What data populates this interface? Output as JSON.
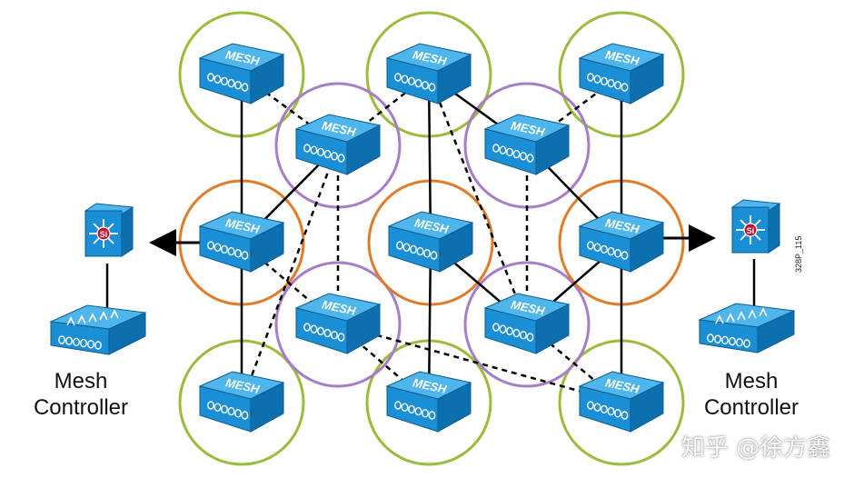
{
  "colors": {
    "ring_green": "#9bbb3a",
    "ring_purple": "#a77cc9",
    "ring_orange": "#e27b27",
    "device_top": "#4fb6ec",
    "device_front": "#1a8fd6",
    "device_side": "#0e6fae",
    "link_solid": "#000000",
    "link_dashed": "#000000"
  },
  "device_label": "MESH",
  "switch_label": "Si",
  "controllers": {
    "left_caption_line1": "Mesh",
    "left_caption_line2": "Controller",
    "right_caption_line1": "Mesh",
    "right_caption_line2": "Controller"
  },
  "figure_code": "328P_115",
  "watermark": "知乎 @徐方鑫",
  "icons": [
    "mesh-access-point-icon",
    "layer3-switch-icon",
    "wireless-controller-icon"
  ]
}
